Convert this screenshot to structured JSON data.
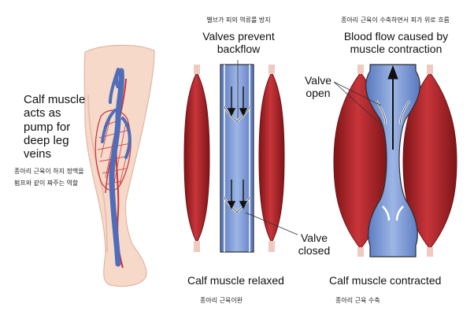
{
  "leg": {
    "label_lines": [
      "Calf muscle",
      "acts as",
      "pump for",
      "deep leg",
      "veins"
    ],
    "korean_lines": [
      "종아리 근육이 하지 정맥을",
      "펌프와 같이  짜주는 역할"
    ]
  },
  "relaxed": {
    "korean_top": "밸브가 피의 역류를 방지",
    "top_lines": [
      "Valves prevent",
      "backflow"
    ],
    "valve_label_lines": [
      "Valve",
      "closed"
    ],
    "caption": "Calf muscle relaxed",
    "korean_caption": "종아리 근육이완"
  },
  "contracted": {
    "korean_top": "종아리 근육이 수축하면서 피가 위로 흐름",
    "top_lines": [
      "Blood flow caused by",
      "muscle contraction"
    ],
    "valve_label_lines": [
      "Valve",
      "open"
    ],
    "caption": "Calf muscle contracted",
    "korean_caption": "종아리 근육 수축"
  },
  "colors": {
    "muscle": "#b3262a",
    "muscle_dark": "#7e1417",
    "vein_blue": "#6f8fd0",
    "vein_light": "#a9bfe9",
    "skin": "#f6d9c9",
    "artery": "#c8323a"
  }
}
